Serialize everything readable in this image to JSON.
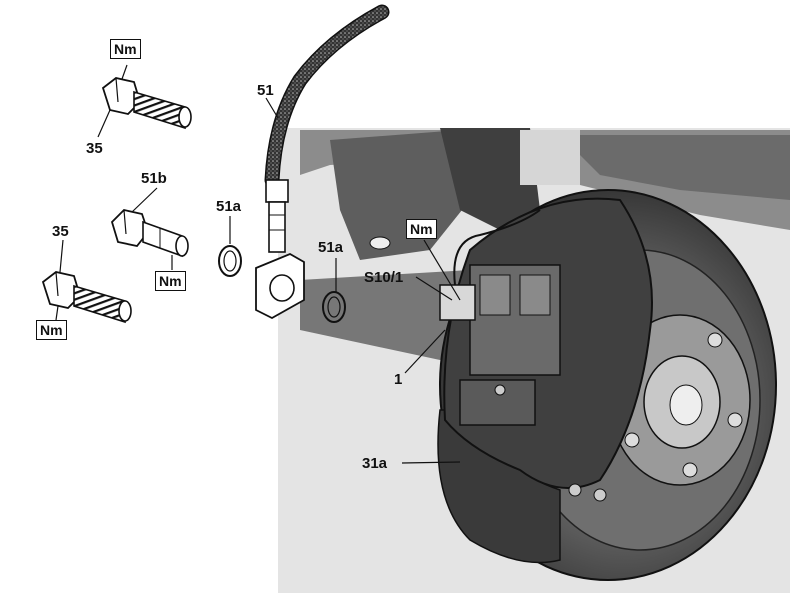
{
  "labels": {
    "nm": "Nm",
    "bolt": "35",
    "hose": "51",
    "banjo_bolt": "51b",
    "seal": "51a",
    "sensor": "S10/1",
    "caliper": "1",
    "shield": "31a"
  },
  "colors": {
    "line": "#111111",
    "photo_bg": "#e3e3e3",
    "disc": "#4a4a4a",
    "caliper": "#3c3c3c"
  }
}
